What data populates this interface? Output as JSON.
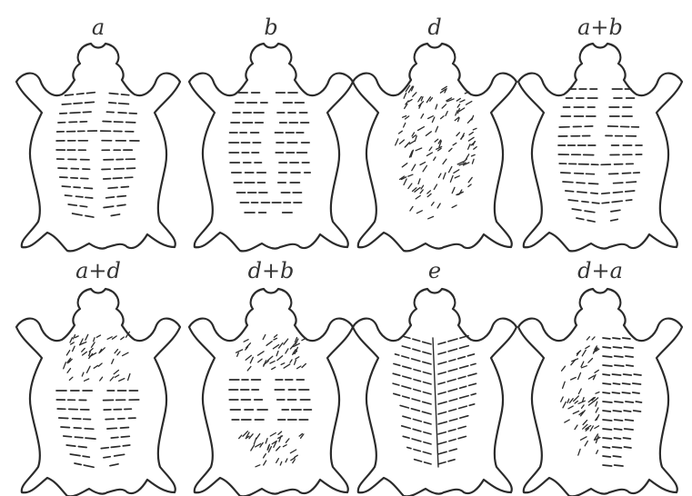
{
  "figure": {
    "ink_color": "#2b2b2b",
    "background": "#ffffff",
    "panels": [
      {
        "label": "a",
        "pattern": "curved-bands-dense"
      },
      {
        "label": "b",
        "pattern": "straight-bands"
      },
      {
        "label": "d",
        "pattern": "scattered-diagonal-flecks"
      },
      {
        "label": "a+b",
        "pattern": "curved-bands-with-straight-core"
      },
      {
        "label": "a+d",
        "pattern": "curved-bands-with-flecks"
      },
      {
        "label": "d+b",
        "pattern": "flecks-top-bottom-straight-middle"
      },
      {
        "label": "e",
        "pattern": "slanted-bands-from-spine"
      },
      {
        "label": "d+a",
        "pattern": "flecks-left-bands-right"
      }
    ]
  }
}
